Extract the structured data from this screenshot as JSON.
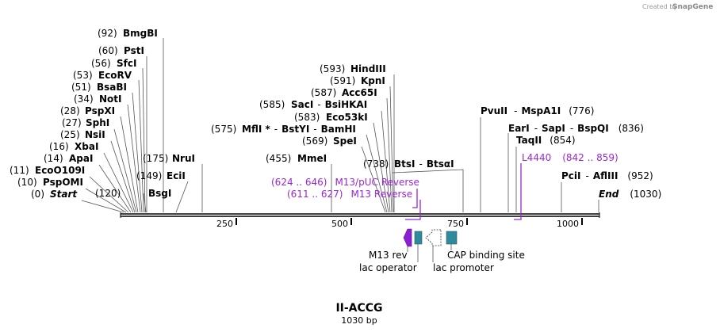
{
  "credit": {
    "prefix": "Created by",
    "brand": "SnapGene"
  },
  "map": {
    "title": "II-ACCG",
    "length_label": "1030 bp",
    "length": 1030,
    "ticks": [
      "250",
      "500",
      "750",
      "1000"
    ],
    "tick_values": [
      250,
      500,
      750,
      1000
    ]
  },
  "sites": [
    {
      "pos": "(92)",
      "parts": [
        "BmgBI"
      ],
      "bp": 92
    },
    {
      "pos": "(60)",
      "parts": [
        "PstI"
      ],
      "bp": 60
    },
    {
      "pos": "(56)",
      "parts": [
        "SfcI"
      ],
      "bp": 56
    },
    {
      "pos": "(53)",
      "parts": [
        "EcoRV"
      ],
      "bp": 53
    },
    {
      "pos": "(51)",
      "parts": [
        "BsaBI"
      ],
      "bp": 51
    },
    {
      "pos": "(34)",
      "parts": [
        "NotI"
      ],
      "bp": 34
    },
    {
      "pos": "(28)",
      "parts": [
        "PspXI"
      ],
      "bp": 28
    },
    {
      "pos": "(27)",
      "parts": [
        "SphI"
      ],
      "bp": 27
    },
    {
      "pos": "(25)",
      "parts": [
        "NsiI"
      ],
      "bp": 25
    },
    {
      "pos": "(16)",
      "parts": [
        "XbaI"
      ],
      "bp": 16
    },
    {
      "pos": "(14)",
      "parts": [
        "ApaI"
      ],
      "bp": 14
    },
    {
      "pos": "(11)",
      "parts": [
        "EcoO109I"
      ],
      "bp": 11
    },
    {
      "pos": "(10)",
      "parts": [
        "PspOMI"
      ],
      "bp": 10
    },
    {
      "pos": "(0)",
      "parts": [
        "Start"
      ],
      "bp": 0,
      "italic": true
    },
    {
      "pos": "(120)",
      "parts": [
        "BsgI"
      ],
      "bp": 120
    },
    {
      "pos": "(149)",
      "parts": [
        "EciI"
      ],
      "bp": 149
    },
    {
      "pos": "(175)",
      "parts": [
        "NruI"
      ],
      "bp": 175
    },
    {
      "pos": "(593)",
      "parts": [
        "HindIII"
      ],
      "bp": 593
    },
    {
      "pos": "(591)",
      "parts": [
        "KpnI"
      ],
      "bp": 591
    },
    {
      "pos": "(587)",
      "parts": [
        "Acc65I"
      ],
      "bp": 587
    },
    {
      "pos": "(585)",
      "parts": [
        "SacI",
        "BsiHKAI"
      ],
      "bp": 585
    },
    {
      "pos": "(583)",
      "parts": [
        "Eco53kI"
      ],
      "bp": 583
    },
    {
      "pos": "(575)",
      "parts": [
        "MflI *",
        "BstYI",
        "BamHI"
      ],
      "bp": 575
    },
    {
      "pos": "(569)",
      "parts": [
        "SpeI"
      ],
      "bp": 569
    },
    {
      "pos": "(455)",
      "parts": [
        "MmeI"
      ],
      "bp": 455
    },
    {
      "pos": "(738)",
      "parts": [
        "BtsI",
        "BtsαI"
      ],
      "bp": 738
    },
    {
      "pos": "(776)",
      "parts": [
        "PvuII",
        "MspA1I"
      ],
      "bp": 776
    },
    {
      "pos": "(836)",
      "parts": [
        "EarI",
        "SapI",
        "BspQI"
      ],
      "bp": 836
    },
    {
      "pos": "(854)",
      "parts": [
        "TaqII"
      ],
      "bp": 854
    },
    {
      "pos": "(952)",
      "parts": [
        "PciI",
        "AflIII"
      ],
      "bp": 952
    },
    {
      "pos": "(1030)",
      "parts": [
        "End"
      ],
      "bp": 1030,
      "italic": true
    }
  ],
  "primers": [
    {
      "name": "M13/pUC Reverse",
      "range": "(624 .. 646)",
      "bp": 624
    },
    {
      "name": "M13 Reverse",
      "range": "(611 .. 627)",
      "bp": 611
    },
    {
      "name": "L4440",
      "range": "(842 .. 859)",
      "bp": 842
    }
  ],
  "features": [
    {
      "label": "M13 rev",
      "type": "primer_bind",
      "color": "#8a1fd4"
    },
    {
      "label": "lac operator",
      "type": "protein_bind",
      "color": "#2f8a9c"
    },
    {
      "label": "lac promoter",
      "type": "promoter",
      "color": "#ffffff"
    },
    {
      "label": "CAP binding site",
      "type": "protein_bind",
      "color": "#2f8a9c"
    }
  ],
  "colors": {
    "primer": "#9a27d6",
    "feature_teal": "#2f8a9c",
    "feature_purple": "#8a1fd4",
    "backbone": "#000000"
  }
}
